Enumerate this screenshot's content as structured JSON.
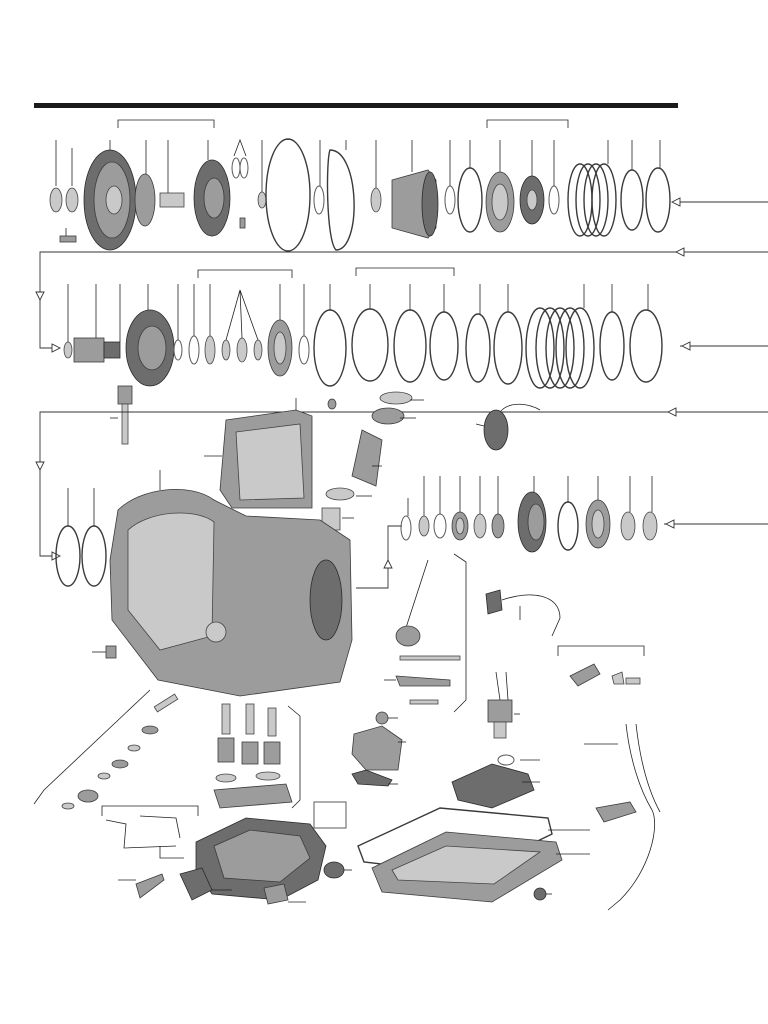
{
  "figure": {
    "labels": [],
    "note": ""
  },
  "colors": {
    "line": "#222222",
    "part_dark": "#6d6d6d",
    "part_mid": "#9c9c9c",
    "part_light": "#c9c9c9",
    "background": "#ffffff"
  },
  "icons": [
    "torque-converter-pump",
    "clutch-pack",
    "planetary-gear",
    "transmission-case",
    "valve-body",
    "oil-pan",
    "wiring-harness",
    "solenoid"
  ]
}
